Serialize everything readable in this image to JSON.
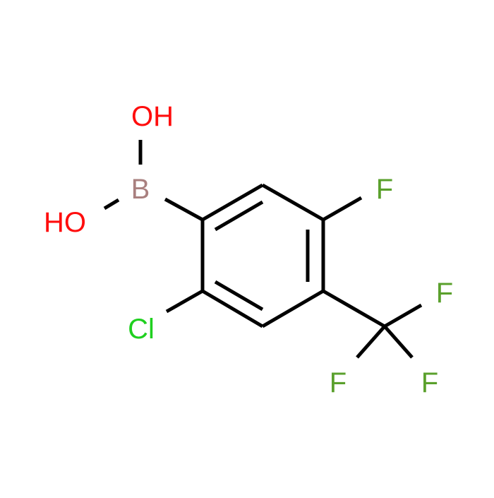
{
  "molecule": {
    "atoms": {
      "oh_top": "OH",
      "ho_left": "HO",
      "boron": "B",
      "fluoro_ring": "F",
      "chloro": "Cl",
      "cf3_f_top": "F",
      "cf3_f_left": "F",
      "cf3_f_right": "F"
    }
  },
  "colors": {
    "bond": "#000000",
    "oxygen": "#ff0d0d",
    "boron": "#a9807f",
    "fluorine": "#5aa02c",
    "chlorine": "#1fd01f"
  }
}
